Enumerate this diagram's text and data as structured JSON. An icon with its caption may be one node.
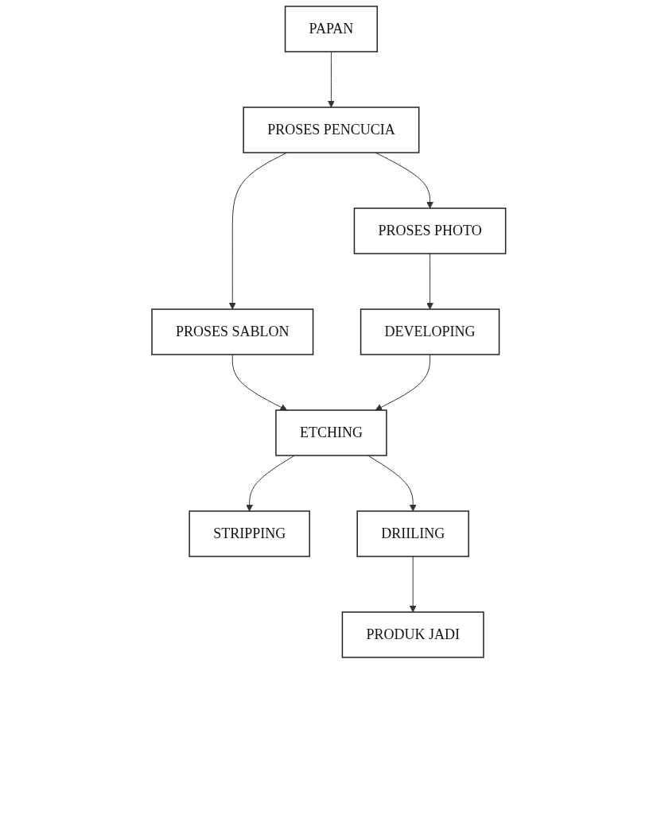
{
  "diagram": {
    "nodes": [
      {
        "text": [
          "PAPAN"
        ]
      },
      {
        "text": [
          "PROSES PENCUCIA"
        ]
      },
      {
        "text": [
          "PROSES SABLON"
        ]
      },
      {
        "text": [
          "PROSES PHOTO"
        ]
      },
      {
        "text": [
          "DEVELOPING"
        ]
      },
      {
        "text": [
          "ETCHING"
        ]
      },
      {
        "text": [
          "STRIPPING"
        ]
      },
      {
        "text": [
          "DRIILING"
        ]
      },
      {
        "text": [
          "PRODUK JADI"
        ]
      }
    ],
    "edges": [
      {
        "from": 0,
        "to": 1,
        "arrow": "to"
      },
      {
        "from": 1,
        "to": 2,
        "arrow": "to"
      },
      {
        "from": 1,
        "to": 3,
        "arrow": "to"
      },
      {
        "from": 3,
        "to": 4,
        "arrow": "to"
      },
      {
        "from": 2,
        "to": 5,
        "arrow": "to"
      },
      {
        "from": 4,
        "to": 5,
        "arrow": "to"
      },
      {
        "from": 5,
        "to": 7,
        "arrow": "to"
      },
      {
        "from": 5,
        "to": 6,
        "arrow": "to"
      },
      {
        "from": 7,
        "to": 8,
        "arrow": "to"
      }
    ]
  }
}
